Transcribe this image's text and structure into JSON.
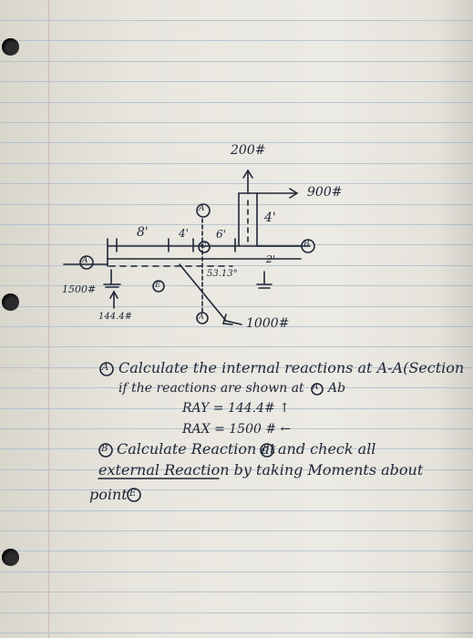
{
  "diagram": {
    "load_top": "200#",
    "load_right": "900#",
    "load_bottom": "1000#",
    "load_left": "1500#",
    "reaction_vertical": "144.4#",
    "dim_8": "8'",
    "dim_4_left": "4'",
    "dim_6": "6'",
    "dim_4_upper": "4'",
    "dim_2": "2'",
    "angle": "53.13°",
    "label_a_top": "A",
    "label_a_bottom": "A",
    "label_a_left": "A",
    "label_e": "E",
    "label_b": "B",
    "label_c": "C"
  },
  "notes": {
    "q_a_marker": "A",
    "line1": "Calculate the internal reactions at A-A(Section",
    "line2": "if the reactions are shown at",
    "line2_marker": "A",
    "line2_end": "Ab",
    "line3": "RAY = 144.4# ↑",
    "line4": "RAX = 1500 # ←",
    "q_b_marker": "B",
    "line5": "Calculate Reaction at",
    "line5_marker": "B",
    "line5_end": "and check all",
    "line6": "external Reaction by taking Moments about",
    "line7": "point",
    "line7_marker": "E"
  }
}
